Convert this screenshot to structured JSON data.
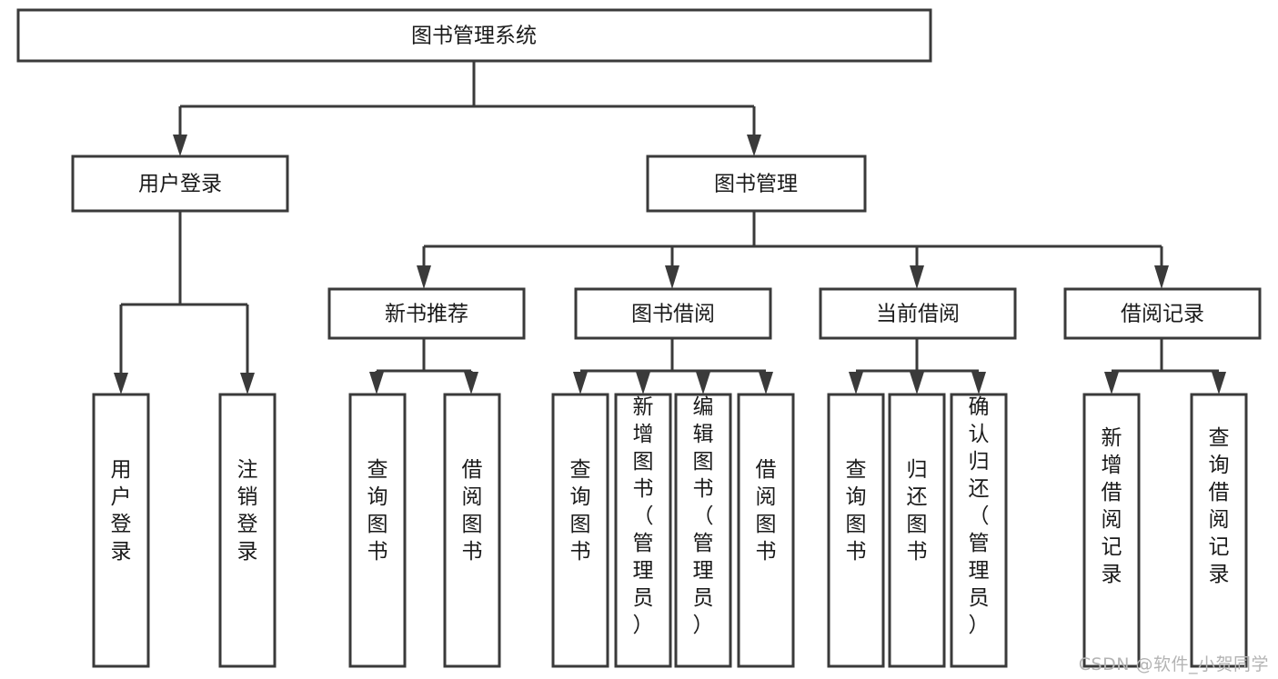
{
  "diagram": {
    "title": "图书管理系统",
    "type": "tree",
    "orientation": "top-down",
    "colors": {
      "box_stroke": "#3a3a3a",
      "box_fill": "#ffffff",
      "connector": "#3a3a3a",
      "label_text": "#1a1a1a",
      "background": "#ffffff",
      "watermark_text": "#b4b4b4"
    },
    "nodes": {
      "root": {
        "label": "图书管理系统",
        "level": 0,
        "orientation": "horizontal"
      },
      "user_login": {
        "label": "用户登录",
        "level": 1,
        "orientation": "horizontal"
      },
      "book_manage": {
        "label": "图书管理",
        "level": 1,
        "orientation": "horizontal"
      },
      "new_book_rec": {
        "label": "新书推荐",
        "level": 2,
        "orientation": "horizontal"
      },
      "book_borrow": {
        "label": "图书借阅",
        "level": 2,
        "orientation": "horizontal"
      },
      "current_borrow": {
        "label": "当前借阅",
        "level": 2,
        "orientation": "horizontal"
      },
      "borrow_record": {
        "label": "借阅记录",
        "level": 2,
        "orientation": "horizontal"
      },
      "leaf_user_login": {
        "label": "用户登录",
        "level": 2,
        "orientation": "vertical"
      },
      "leaf_user_logout": {
        "label": "注销登录",
        "level": 2,
        "orientation": "vertical"
      },
      "leaf_rec_query": {
        "label": "查询图书",
        "level": 3,
        "orientation": "vertical"
      },
      "leaf_rec_borrow": {
        "label": "借阅图书",
        "level": 3,
        "orientation": "vertical"
      },
      "leaf_borrow_query": {
        "label": "查询图书",
        "level": 3,
        "orientation": "vertical"
      },
      "leaf_borrow_add": {
        "label": "新增图书（管理员）",
        "level": 3,
        "orientation": "vertical"
      },
      "leaf_borrow_edit": {
        "label": "编辑图书（管理员）",
        "level": 3,
        "orientation": "vertical"
      },
      "leaf_borrow_do": {
        "label": "借阅图书",
        "level": 3,
        "orientation": "vertical"
      },
      "leaf_cur_query": {
        "label": "查询图书",
        "level": 3,
        "orientation": "vertical"
      },
      "leaf_cur_return": {
        "label": "归还图书",
        "level": 3,
        "orientation": "vertical"
      },
      "leaf_cur_confirm": {
        "label": "确认归还（管理员）",
        "level": 3,
        "orientation": "vertical"
      },
      "leaf_rec_add": {
        "label": "新增借阅记录",
        "level": 3,
        "orientation": "vertical"
      },
      "leaf_rec_search": {
        "label": "查询借阅记录",
        "level": 3,
        "orientation": "vertical"
      }
    }
  },
  "watermark": {
    "text": "CSDN @软件_小贺同学"
  }
}
